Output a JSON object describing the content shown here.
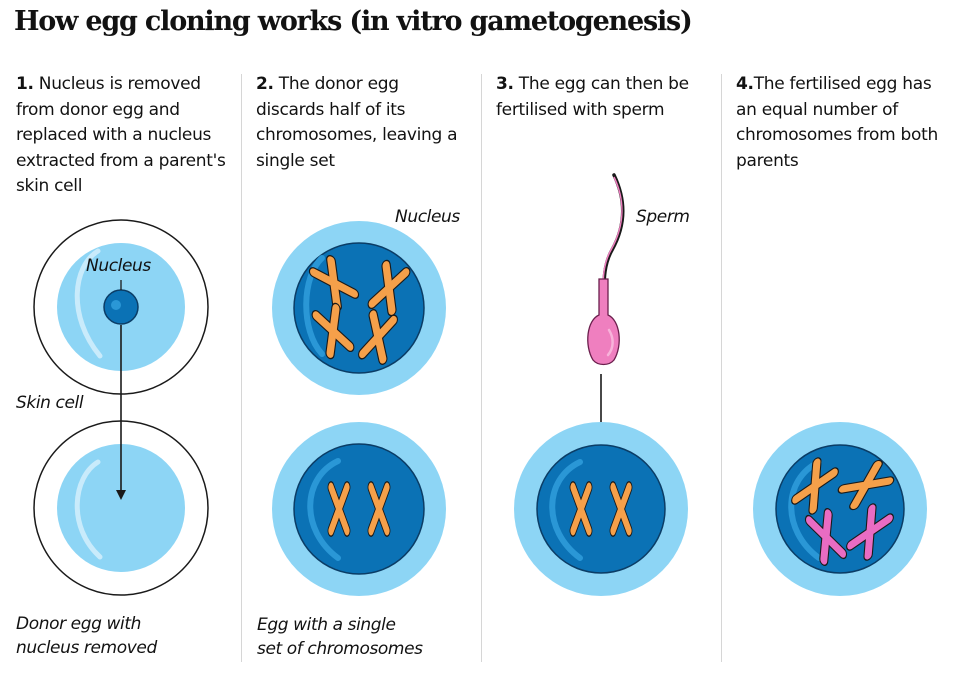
{
  "title": "How egg cloning works (in vitro gametogenesis)",
  "colors": {
    "cytoplasm": "#8dd5f5",
    "nucleus": "#0b72b5",
    "outline": "#1a1a1a",
    "maternal_chromosome": "#f5a04a",
    "paternal_chromosome": "#e96cc3",
    "sperm": "#ef7fbf"
  },
  "steps": [
    {
      "number": "1.",
      "text": " Nucleus is removed from donor egg and replaced with a nucleus extracted from a parent's skin cell",
      "labels": {
        "nucleus": "Nucleus",
        "skin_cell": "Skin cell",
        "donor_egg_line1": "Donor egg with",
        "donor_egg_line2": "nucleus removed"
      }
    },
    {
      "number": "2.",
      "text": " The donor egg discards half of its chromosomes, leaving a single set",
      "labels": {
        "nucleus": "Nucleus",
        "egg_line1": "Egg with a single",
        "egg_line2": "set of chromosomes"
      }
    },
    {
      "number": "3.",
      "text": " The egg can then be fertilised with sperm",
      "labels": {
        "sperm": "Sperm"
      }
    },
    {
      "number": "4.",
      "text": "The fertilised egg has an equal number of chromosomes from both parents",
      "labels": {}
    }
  ]
}
